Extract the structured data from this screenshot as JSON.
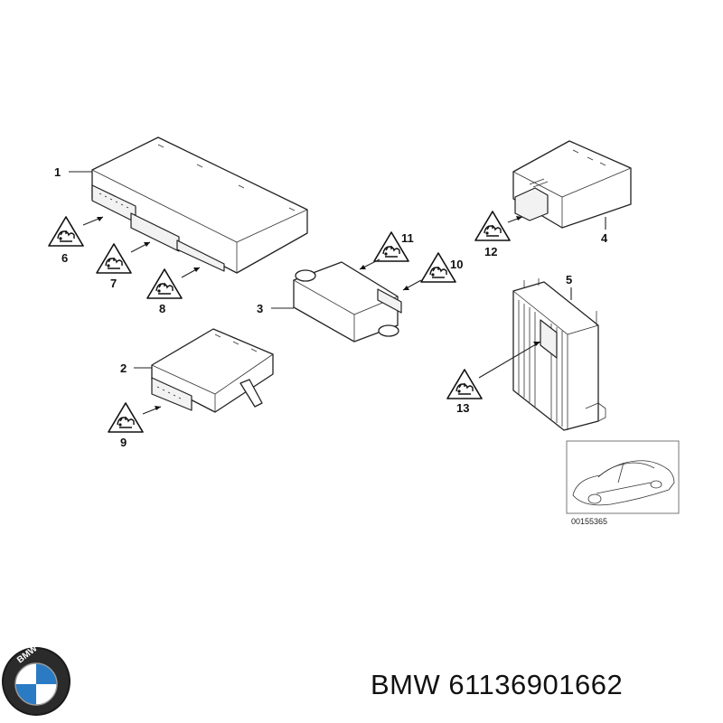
{
  "diagram": {
    "part_labels": {
      "p1": "1",
      "p2": "2",
      "p3": "3",
      "p4": "4",
      "p5": "5",
      "p6": "6",
      "p7": "7",
      "p8": "8",
      "p9": "9",
      "p10": "10",
      "p11": "11",
      "p12": "12",
      "p13": "13"
    },
    "reference_code": "00155365"
  },
  "brand": {
    "logo_text": "BMW",
    "caption": "BMW 61136901662"
  },
  "icons": {
    "warning_triangle": "electrostatic-warning-triangle-icon",
    "logo": "bmw-roundel-logo"
  }
}
